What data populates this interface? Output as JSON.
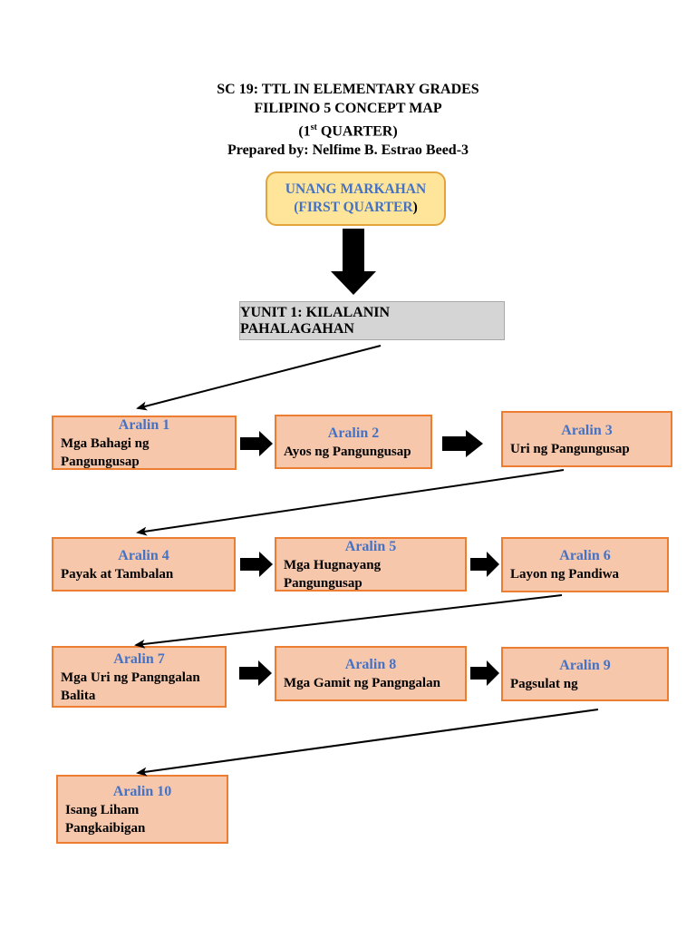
{
  "header": {
    "line1": "SC 19: TTL IN ELEMENTARY GRADES",
    "line2": "FILIPINO 5 CONCEPT MAP",
    "line3_prefix": "(1",
    "line3_sup": "st",
    "line3_suffix": " QUARTER)",
    "line4": "Prepared by: Nelfime B. Estrao Beed-3"
  },
  "start_node": {
    "title": "UNANG MARKAHAN",
    "subtitle_blue": "(FIRST QUARTER",
    "subtitle_black": ")",
    "fill": "#FFE599",
    "border": "#E3A33D",
    "text_color": "#4472C4"
  },
  "unit_node": {
    "label": "YUNIT 1: KILALANIN PAHALAGAHAN",
    "fill": "#D5D5D5",
    "border": "#A8A8A8"
  },
  "lessons": [
    {
      "id": "Aralin 1",
      "title": "Mga Bahagi ng Pangungusap"
    },
    {
      "id": "Aralin 2",
      "title": "Ayos ng Pangungusap"
    },
    {
      "id": "Aralin 3",
      "title": "Uri ng Pangungusap"
    },
    {
      "id": "Aralin 4",
      "title": "Payak at Tambalan"
    },
    {
      "id": "Aralin 5",
      "title": "Mga Hugnayang Pangungusap"
    },
    {
      "id": "Aralin 6",
      "title": "Layon ng Pandiwa"
    },
    {
      "id": "Aralin 7",
      "title": "Mga Uri ng Pangngalan Balita"
    },
    {
      "id": "Aralin 8",
      "title": "Mga Gamit ng Pangngalan"
    },
    {
      "id": "Aralin 9",
      "title": "Pagsulat ng"
    },
    {
      "id": "Aralin 10",
      "title": "Isang Liham Pangkaibigan"
    }
  ],
  "colors": {
    "lesson_fill": "#F7C7AC",
    "lesson_border": "#ED7D31",
    "heading_blue": "#4472C4",
    "arrow_black": "#000000",
    "page_background": "#FFFFFF"
  }
}
